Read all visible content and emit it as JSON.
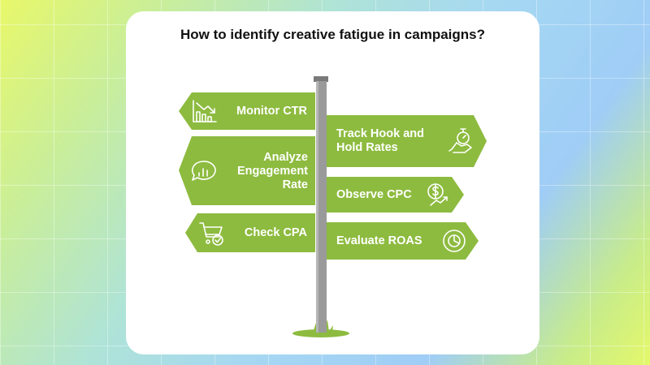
{
  "title": "How to identify creative fatigue in campaigns?",
  "signs": [
    {
      "label": "Monitor CTR",
      "icon": "bar-chart-down-icon"
    },
    {
      "label": "Analyze Engagement Rate",
      "icon": "chat-chart-icon"
    },
    {
      "label": "Check CPA",
      "icon": "cart-check-icon"
    },
    {
      "label": "Track Hook and Hold Rates",
      "icon": "hand-stopwatch-icon"
    },
    {
      "label": "Observe CPC",
      "icon": "dollar-trend-icon"
    },
    {
      "label": "Evaluate ROAS",
      "icon": "pie-chart-icon"
    }
  ],
  "colors": {
    "sign": "#8dbb3f",
    "post": "#9a9a9a",
    "post_dark": "#7a7a7a",
    "grass": "#8dbb3f"
  }
}
